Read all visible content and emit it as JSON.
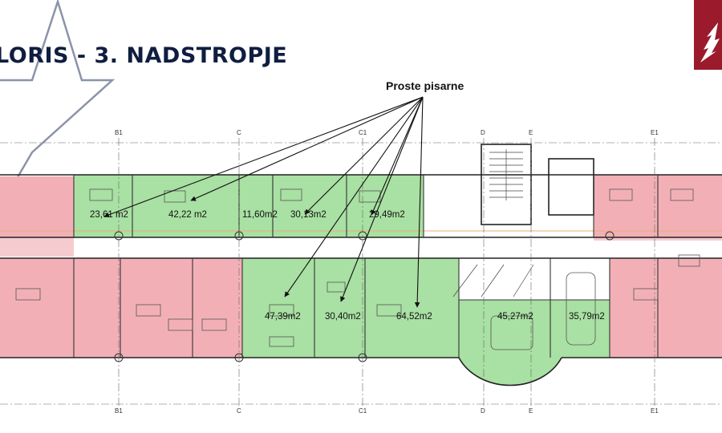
{
  "header": {
    "title": "LORIS - 3. NADSTROPJE",
    "callout_label": "Proste pisarne"
  },
  "legend_colors": {
    "free": "#a9e0a3",
    "occupied": "#f2b0b6",
    "title": "#0f1d40",
    "logo": "#9b1b2c"
  },
  "grid_labels_top": [
    "B1",
    "C",
    "C1",
    "D",
    "E",
    "E1"
  ],
  "grid_labels_bottom": [
    "B1",
    "C",
    "C1",
    "D",
    "E",
    "E1"
  ],
  "rooms": [
    {
      "area": "23,61 m2"
    },
    {
      "area": "42,22 m2"
    },
    {
      "area": "11,60m2"
    },
    {
      "area": "30,13m2"
    },
    {
      "area": "29,49m2"
    },
    {
      "area": "47,39m2"
    },
    {
      "area": "30,40m2"
    },
    {
      "area": "64,52m2"
    },
    {
      "area": "45,27m2"
    },
    {
      "area": "35,79m2"
    }
  ]
}
